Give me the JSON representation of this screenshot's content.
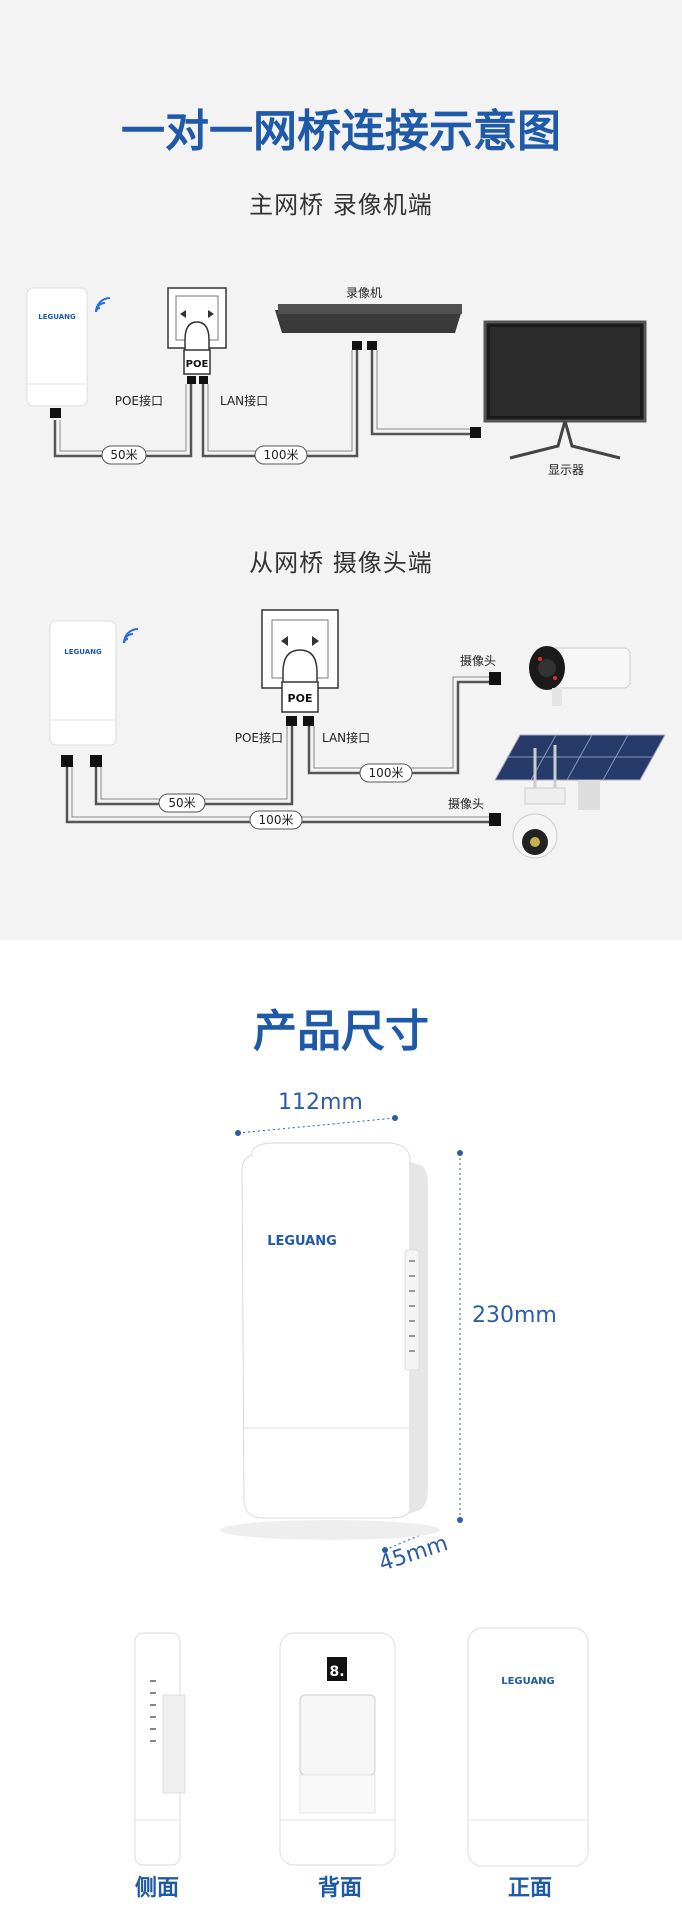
{
  "topology": {
    "title": "一对一网桥连接示意图",
    "main_side": {
      "heading": "主网桥  录像机端",
      "nvr_label": "录像机",
      "poe_label": "POE",
      "poe_port": "POE接口",
      "lan_port": "LAN接口",
      "cable_a": "50米",
      "cable_b": "100米",
      "monitor_label": "显示器",
      "brand": "LEGUANG"
    },
    "sub_side": {
      "heading": "从网桥  摄像头端",
      "poe_label": "POE",
      "poe_port": "POE接口",
      "lan_port": "LAN接口",
      "cable_lan": "100米",
      "cable_a": "50米",
      "cable_b": "100米",
      "camera1_label": "摄像头",
      "camera2_label": "摄像头",
      "brand": "LEGUANG"
    }
  },
  "size": {
    "title": "产品尺寸",
    "width": "112mm",
    "height": "230mm",
    "depth": "45mm",
    "brand": "LEGUANG",
    "views": {
      "side": "侧面",
      "back": "背面",
      "front": "正面"
    },
    "back_display": "8."
  },
  "colors": {
    "accent": "#1f5aa8",
    "wifi": "#2a6fdb",
    "panel": "#f3f3f3"
  }
}
